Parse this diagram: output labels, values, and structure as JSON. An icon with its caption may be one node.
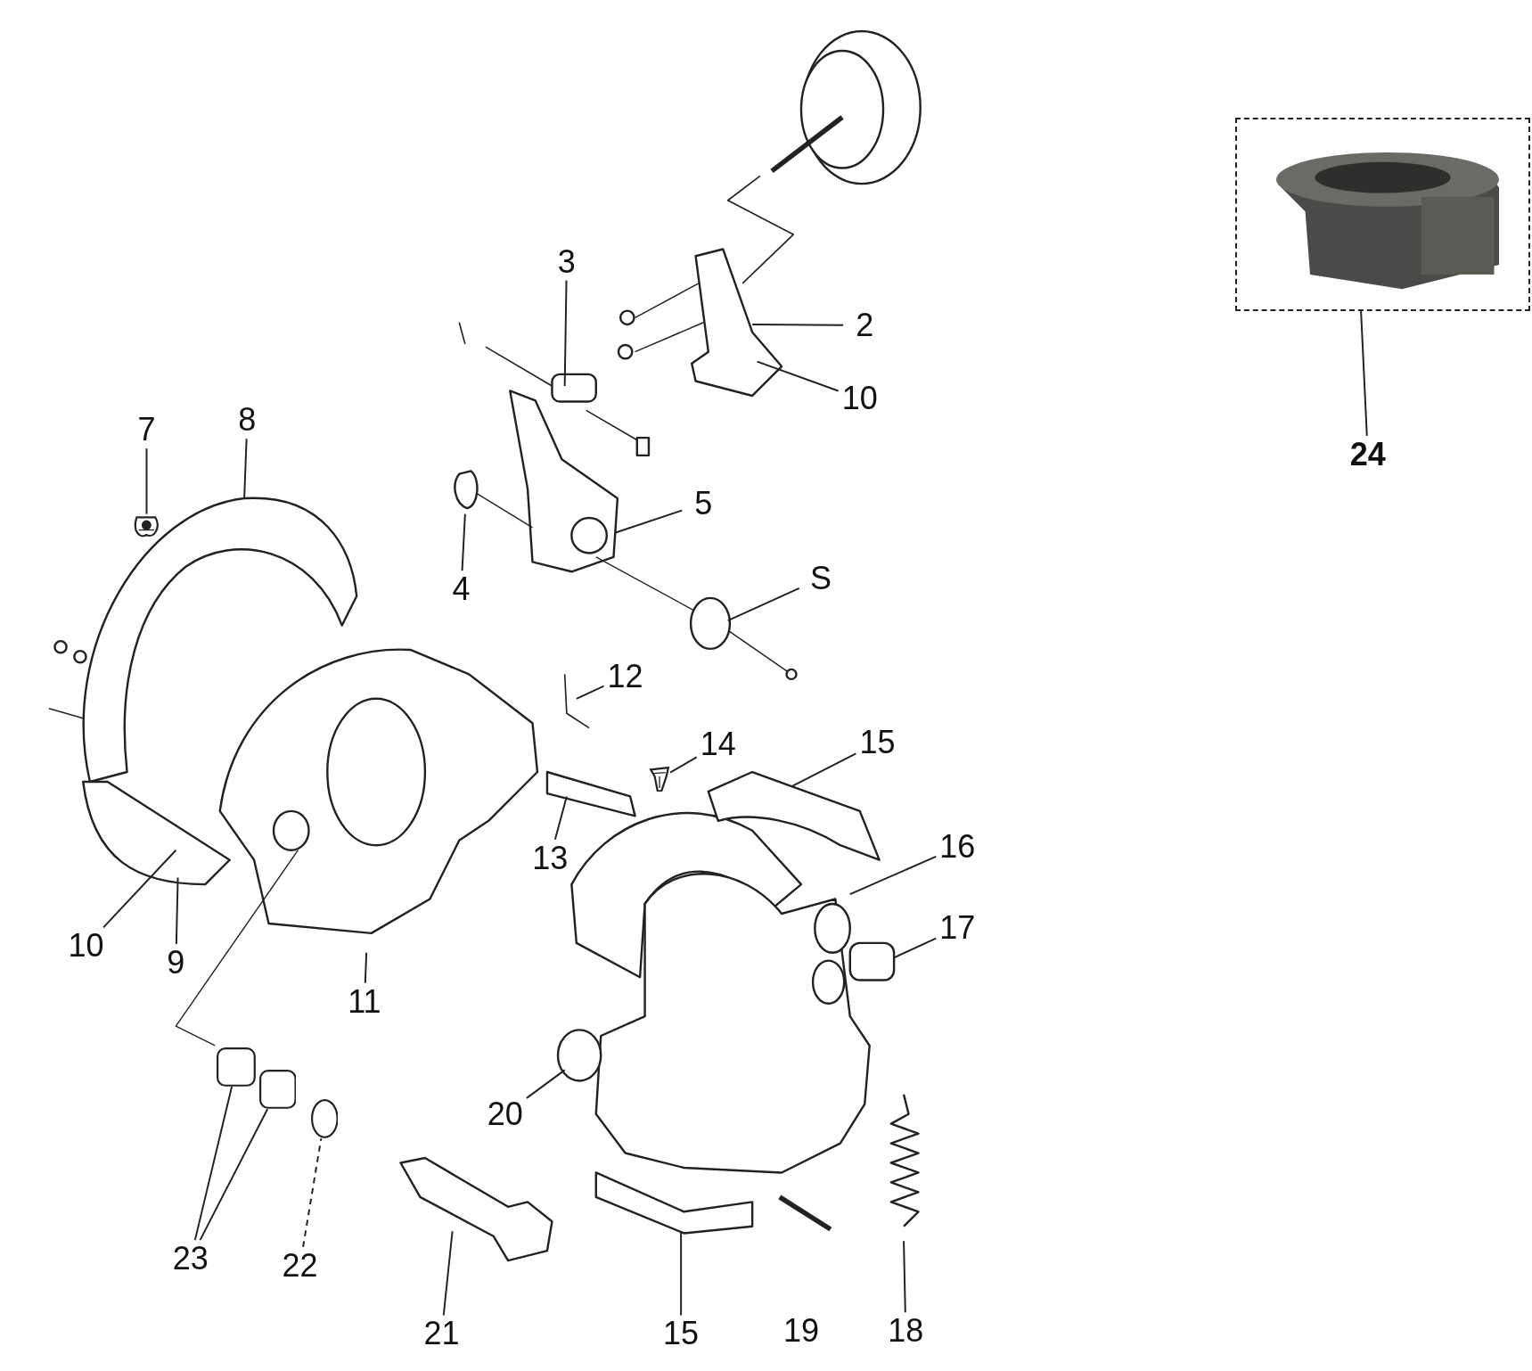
{
  "diagram": {
    "nodes": [
      {
        "text": [],
        "shape": "picture"
      },
      {
        "text": [
          "3"
        ]
      },
      {
        "text": [
          "2"
        ]
      },
      {
        "text": [
          "10"
        ]
      },
      {
        "text": [
          "8"
        ]
      },
      {
        "text": [
          "7"
        ]
      },
      {
        "text": [
          "24"
        ]
      },
      {
        "text": [
          "5"
        ]
      },
      {
        "text": [
          "S"
        ]
      },
      {
        "text": [
          "4"
        ]
      },
      {
        "text": [
          "12"
        ]
      },
      {
        "text": [
          "15"
        ]
      },
      {
        "text": [
          "14"
        ]
      },
      {
        "text": [
          "16"
        ]
      },
      {
        "text": [
          "13"
        ]
      },
      {
        "text": [
          "17"
        ]
      },
      {
        "text": [
          "10"
        ]
      },
      {
        "text": [
          "9"
        ]
      },
      {
        "text": [
          "11"
        ]
      },
      {
        "text": [
          "20"
        ]
      },
      {
        "text": [
          "23"
        ]
      },
      {
        "text": [
          "22"
        ]
      },
      {
        "text": [
          "21"
        ]
      },
      {
        "text": [
          "15"
        ]
      },
      {
        "text": [
          "18"
        ]
      },
      {
        "text": [],
        "shape": "picture"
      },
      {
        "text": [],
        "shape": "picture"
      },
      {
        "text": [],
        "shape": "cylinder"
      },
      {
        "text": [],
        "shape": "cylinder"
      },
      {
        "text": [],
        "shape": "circle"
      }
    ],
    "edges": [
      {
        "from": 1,
        "to": null,
        "arrow": "none"
      },
      {
        "from": 2,
        "to": null,
        "arrow": "none"
      },
      {
        "from": 3,
        "to": null,
        "arrow": "none"
      },
      {
        "from": 4,
        "to": null,
        "arrow": "none"
      },
      {
        "from": 5,
        "to": 25,
        "arrow": "none"
      },
      {
        "from": 6,
        "to": 0,
        "arrow": "none"
      },
      {
        "from": 7,
        "to": null,
        "arrow": "none"
      },
      {
        "from": 8,
        "to": null,
        "arrow": "none"
      },
      {
        "from": 9,
        "to": null,
        "arrow": "none"
      },
      {
        "from": 10,
        "to": null,
        "arrow": "none"
      },
      {
        "from": 11,
        "to": null,
        "arrow": "none"
      },
      {
        "from": 12,
        "to": 26,
        "arrow": "none"
      },
      {
        "from": 13,
        "to": null,
        "arrow": "none"
      },
      {
        "from": 14,
        "to": null,
        "arrow": "none"
      },
      {
        "from": 15,
        "to": null,
        "arrow": "none"
      },
      {
        "from": 16,
        "to": null,
        "arrow": "none"
      },
      {
        "from": 17,
        "to": null,
        "arrow": "none"
      },
      {
        "from": 18,
        "to": null,
        "arrow": "none"
      },
      {
        "from": 19,
        "to": null,
        "arrow": "none"
      },
      {
        "from": 20,
        "to": 27,
        "arrow": "none"
      },
      {
        "from": 20,
        "to": 28,
        "arrow": "none"
      },
      {
        "from": 21,
        "to": 29,
        "arrow": "none",
        "style": "dashed"
      },
      {
        "from": 22,
        "to": null,
        "arrow": "none"
      },
      {
        "from": 23,
        "to": null,
        "arrow": "none"
      },
      {
        "from": 24,
        "to": null,
        "arrow": "none"
      }
    ],
    "labels": [
      "19"
    ]
  }
}
